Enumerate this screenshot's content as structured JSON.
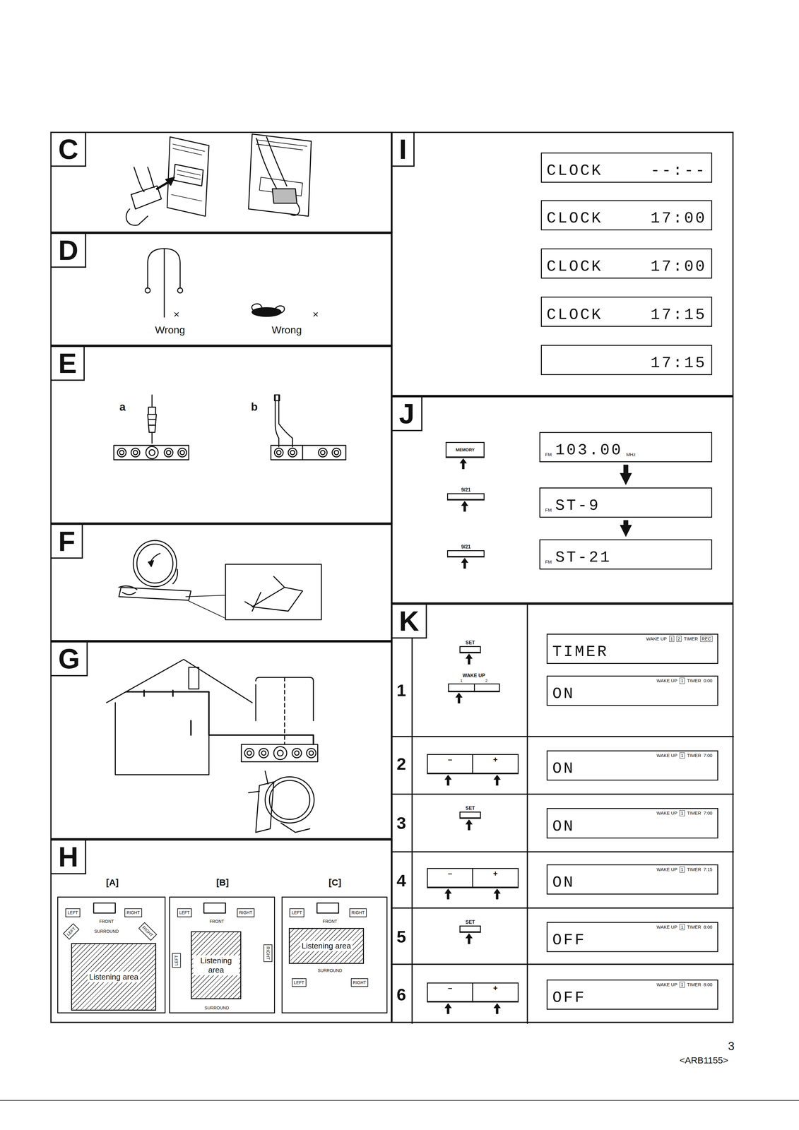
{
  "diagram": {
    "nodes": [
      {
        "text": [
          "C"
        ]
      },
      {
        "text": [
          "D"
        ]
      },
      {
        "text": [
          "E"
        ]
      },
      {
        "text": [
          "F"
        ]
      },
      {
        "text": [
          "G"
        ]
      },
      {
        "text": [
          "H"
        ]
      },
      {
        "text": [
          "[A]",
          "FRONT",
          "SURROUND"
        ],
        "in": 5
      },
      {
        "text": [
          "LEFT"
        ],
        "in": 6
      },
      {
        "text": [
          "RIGHT"
        ],
        "in": 6
      },
      {
        "text": [
          "LEFT"
        ],
        "in": 6
      },
      {
        "text": [
          "RIGHT"
        ],
        "in": 6
      },
      {
        "text": [
          "Listening area"
        ],
        "in": 6
      },
      {
        "text": [
          "[B]",
          "FRONT",
          "SURROUND"
        ],
        "in": 5
      },
      {
        "text": [
          "LEFT"
        ],
        "in": 12
      },
      {
        "text": [
          "RIGHT"
        ],
        "in": 12
      },
      {
        "text": [
          "LEFT"
        ],
        "in": 12
      },
      {
        "text": [
          "Listening area"
        ],
        "in": 12
      },
      {
        "text": [
          "RIGHT"
        ],
        "in": 12
      },
      {
        "text": [
          "[C]",
          "FRONT",
          "SURROUND"
        ],
        "in": 5
      },
      {
        "text": [
          "LEFT"
        ],
        "in": 18
      },
      {
        "text": [
          "RIGHT"
        ],
        "in": 18
      },
      {
        "text": [
          "Listening area"
        ],
        "in": 18
      },
      {
        "text": [
          "LEFT"
        ],
        "in": 18
      },
      {
        "text": [
          "RIGHT"
        ],
        "in": 18
      },
      {
        "text": [
          "I"
        ]
      },
      {
        "text": [
          "CLOCK",
          "--:--"
        ],
        "in": 24
      },
      {
        "text": [
          "CLOCK",
          "17:00"
        ],
        "in": 24
      },
      {
        "text": [
          "CLOCK",
          "17:00"
        ],
        "in": 24
      },
      {
        "text": [
          "CLOCK",
          "17:15"
        ],
        "in": 24
      },
      {
        "text": [
          "17:15"
        ],
        "in": 24
      },
      {
        "text": [
          "J"
        ]
      },
      {
        "text": [
          "MEMORY"
        ],
        "in": 30
      },
      {
        "text": [
          "FM",
          "103.00",
          "MHz"
        ],
        "in": 30
      },
      {
        "text": [
          "9/21"
        ],
        "in": 30
      },
      {
        "text": [
          "FM",
          "ST-9"
        ],
        "in": 30
      },
      {
        "text": [
          "9/21"
        ],
        "in": 30
      },
      {
        "text": [
          "FM",
          "ST-21"
        ],
        "in": 30
      },
      {
        "text": [
          "K"
        ]
      },
      {
        "text": [
          "SET"
        ],
        "in": 37
      },
      {
        "text": [
          "WAKE UP",
          "1",
          "2"
        ],
        "in": 37
      },
      {
        "text": [
          "TIMER",
          "WAKE UP",
          "1",
          "2",
          "TIMER",
          "REC"
        ],
        "in": 37
      },
      {
        "text": [
          "ON",
          "WAKE UP",
          "1",
          "TIMER",
          "0:00"
        ],
        "in": 37
      },
      {
        "text": [
          "–",
          "+"
        ],
        "in": 37
      },
      {
        "text": [
          "ON",
          "WAKE UP",
          "1",
          "TIMER",
          "7:00"
        ],
        "in": 37
      },
      {
        "text": [
          "SET"
        ],
        "in": 37
      },
      {
        "text": [
          "ON",
          "WAKE UP",
          "1",
          "TIMER",
          "7:00"
        ],
        "in": 37
      },
      {
        "text": [
          "–",
          "+"
        ],
        "in": 37
      },
      {
        "text": [
          "ON",
          "WAKE UP",
          "1",
          "TIMER",
          "7:15"
        ],
        "in": 37
      },
      {
        "text": [
          "SET"
        ],
        "in": 37
      },
      {
        "text": [
          "OFF",
          "WAKE UP",
          "1",
          "TIMER",
          "8:00"
        ],
        "in": 37
      },
      {
        "text": [
          "–",
          "+"
        ],
        "in": 37
      },
      {
        "text": [
          "OFF",
          "WAKE UP",
          "1",
          "TIMER",
          "8:00"
        ],
        "in": 37
      }
    ],
    "edges": [
      {
        "from": 32,
        "to": 34,
        "arrow": "to"
      },
      {
        "from": 34,
        "to": 36,
        "arrow": "to"
      }
    ],
    "labels": [
      "×",
      "Wrong",
      "×",
      "Wrong",
      "a",
      "b",
      "1",
      "2",
      "3",
      "4",
      "5",
      "6",
      "3",
      "<ARB1155>"
    ]
  }
}
